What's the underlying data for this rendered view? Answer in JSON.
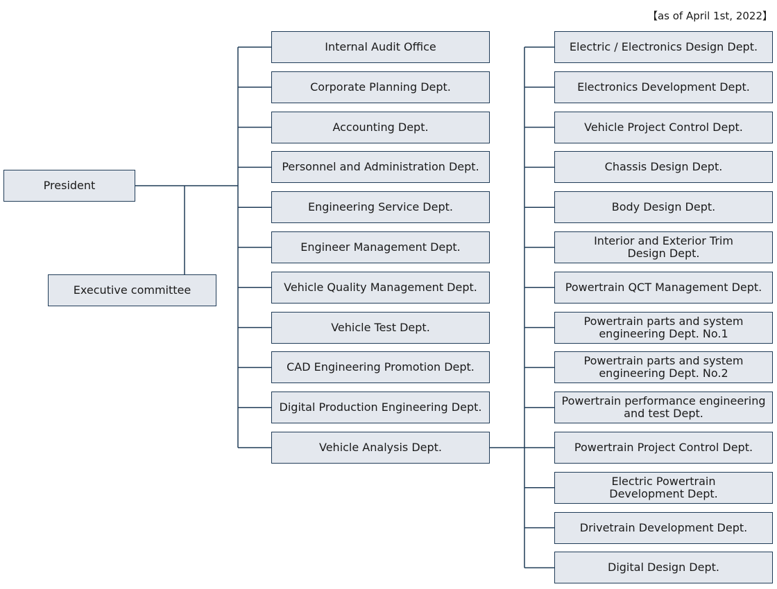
{
  "as_of": "【as of April 1st, 2022】",
  "president": "President",
  "executive_committee": "Executive committee",
  "left_departments": [
    "Internal Audit Office",
    "Corporate Planning Dept.",
    "Accounting Dept.",
    "Personnel and Administration Dept.",
    "Engineering Service Dept.",
    "Engineer Management Dept.",
    "Vehicle Quality Management Dept.",
    "Vehicle Test Dept.",
    "CAD Engineering Promotion Dept.",
    "Digital Production Engineering Dept.",
    "Vehicle Analysis Dept."
  ],
  "right_departments": [
    [
      "Electric / Electronics Design Dept."
    ],
    [
      "Electronics Development Dept."
    ],
    [
      "Vehicle Project Control Dept."
    ],
    [
      "Chassis Design Dept."
    ],
    [
      "Body Design Dept."
    ],
    [
      "Interior and Exterior Trim",
      "Design Dept."
    ],
    [
      "Powertrain QCT Management Dept."
    ],
    [
      "Powertrain parts and system",
      "engineering Dept. No.1"
    ],
    [
      "Powertrain parts and system",
      "engineering Dept. No.2"
    ],
    [
      "Powertrain performance engineering",
      "and test Dept."
    ],
    [
      "Powertrain Project Control Dept."
    ],
    [
      "Electric Powertrain",
      "Development Dept."
    ],
    [
      "Drivetrain Development Dept."
    ],
    [
      "Digital Design Dept."
    ]
  ],
  "colors": {
    "box_fill": "#e4e8ee",
    "line": "#1f3b57"
  }
}
